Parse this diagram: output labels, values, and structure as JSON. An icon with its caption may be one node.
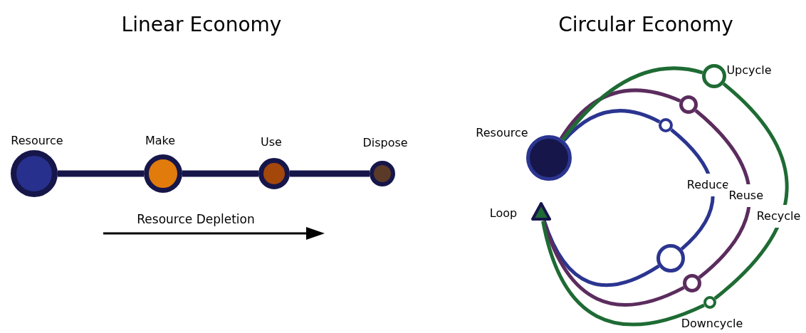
{
  "diagram": {
    "nodes": [
      {
        "text": [
          "Resource"
        ]
      },
      {
        "text": [
          "Make"
        ]
      },
      {
        "text": [
          "Use"
        ]
      },
      {
        "text": [
          "Dispose"
        ]
      },
      {
        "text": [
          "Resource"
        ]
      },
      {
        "text": [],
        "shape": "circle"
      },
      {
        "text": [],
        "shape": "circle"
      },
      {
        "text": [
          "Upcycle"
        ]
      },
      {
        "text": [],
        "shape": "circle"
      },
      {
        "text": [],
        "shape": "circle"
      },
      {
        "text": [
          "Downcycle"
        ]
      },
      {
        "text": [
          "Loop"
        ]
      }
    ],
    "edges": [
      {
        "from": 0,
        "to": 1,
        "arrow": "none",
        "style": "thick",
        "color": "#16164a"
      },
      {
        "from": 1,
        "to": 2,
        "arrow": "none",
        "style": "thick",
        "color": "#16164a"
      },
      {
        "from": 2,
        "to": 3,
        "arrow": "none",
        "style": "thick",
        "color": "#16164a"
      },
      {
        "from": 4,
        "to": 5,
        "arrow": "none",
        "color": "#2b3590"
      },
      {
        "from": 5,
        "to": 8,
        "arrow": "none",
        "label": "Reduce",
        "color": "#2b3590"
      },
      {
        "from": 8,
        "to": 11,
        "arrow": "none",
        "color": "#2b3590"
      },
      {
        "from": 4,
        "to": 6,
        "arrow": "none",
        "color": "#5b2c5e"
      },
      {
        "from": 6,
        "to": 9,
        "arrow": "none",
        "label": "Reuse",
        "color": "#5b2c5e"
      },
      {
        "from": 9,
        "to": 11,
        "arrow": "none",
        "color": "#5b2c5e"
      },
      {
        "from": 4,
        "to": 7,
        "arrow": "none",
        "color": "#1e6b34"
      },
      {
        "from": 7,
        "to": 10,
        "arrow": "none",
        "label": "Recycle",
        "color": "#1e6b34"
      },
      {
        "from": 10,
        "to": 11,
        "arrow": "none",
        "color": "#1e6b34"
      }
    ],
    "labels": [
      "Linear Economy",
      "Circular Economy",
      "Resource Depletion"
    ]
  }
}
